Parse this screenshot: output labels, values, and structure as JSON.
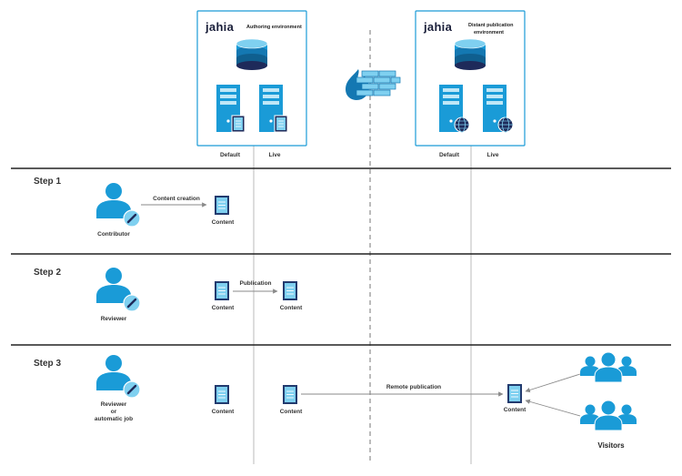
{
  "colors": {
    "primary": "#1a9bd7",
    "primary_dark": "#0f5f8f",
    "navy": "#1e2a5a",
    "doc_navy": "#223a6e",
    "line": "#333333",
    "guide": "#aaaaaa",
    "frame": "#1a9bd7"
  },
  "environments": [
    {
      "brand": "jahia",
      "title_lines": [
        "Authoring environment"
      ],
      "servers": [
        "Default",
        "Live"
      ],
      "server_icon": "document-icon"
    },
    {
      "brand": "jahia",
      "title_lines": [
        "Distant publication",
        "environment"
      ],
      "servers": [
        "Default",
        "Live"
      ],
      "server_icon": "globe-icon"
    }
  ],
  "firewall_icon": "firewall-icon",
  "steps": [
    {
      "label": "Step 1",
      "actor_lines": [
        "Contributor"
      ],
      "arrow_label": "Content creation",
      "content_labels": [
        "Content"
      ]
    },
    {
      "label": "Step 2",
      "actor_lines": [
        "Reviewer"
      ],
      "arrow_label": "Publication",
      "content_labels": [
        "Content",
        "Content"
      ]
    },
    {
      "label": "Step 3",
      "actor_lines": [
        "Reviewer",
        "or",
        "automatic job"
      ],
      "arrow_label": "Remote publication",
      "content_labels": [
        "Content",
        "Content",
        "Content"
      ]
    }
  ],
  "visitors_label": "Visitors"
}
